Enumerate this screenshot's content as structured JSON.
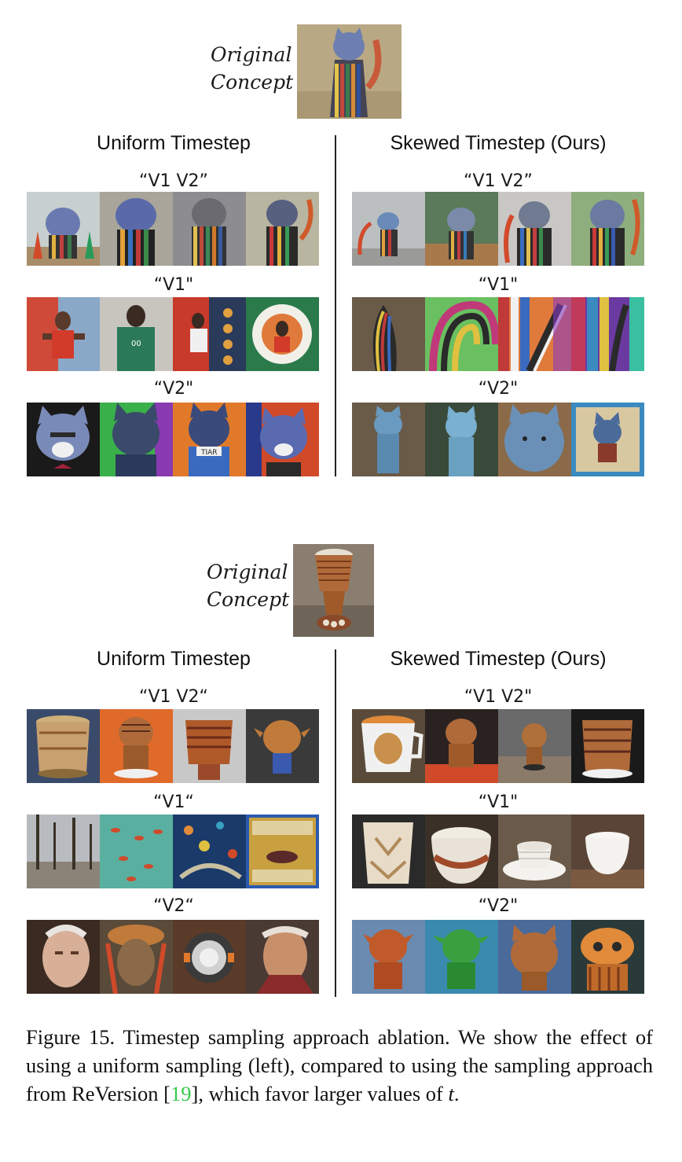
{
  "panels": [
    {
      "original_label_line1": "Original",
      "original_label_line2": "Concept",
      "left_title": "Uniform Timestep",
      "right_title": "Skewed Timestep (Ours)",
      "rows": [
        {
          "prompt_left": "“V1 V2”",
          "prompt_right": "“V1 V2”"
        },
        {
          "prompt_left": "“V1\"",
          "prompt_right": "“V1\""
        },
        {
          "prompt_left": "“V2\"",
          "prompt_right": "“V2\""
        }
      ]
    },
    {
      "original_label_line1": "Original",
      "original_label_line2": "Concept",
      "left_title": "Uniform Timestep",
      "right_title": "Skewed Timestep (Ours)",
      "rows": [
        {
          "prompt_left": "“V1 V2“",
          "prompt_right": "“V1 V2\""
        },
        {
          "prompt_left": "“V1“",
          "prompt_right": "“V1\""
        },
        {
          "prompt_left": "“V2“",
          "prompt_right": "“V2\""
        }
      ]
    }
  ],
  "caption": {
    "part1": "Figure 15.  Timestep sampling approach ablation.  We show the effect of using a uniform sampling (left), compared to using the sampling approach from ReVersion [",
    "citation": "19",
    "part2": "], which favor larger values of ",
    "variable": "t",
    "part3": "."
  },
  "colors": {
    "citation_green": "#34c84a",
    "divider": "#222222"
  }
}
